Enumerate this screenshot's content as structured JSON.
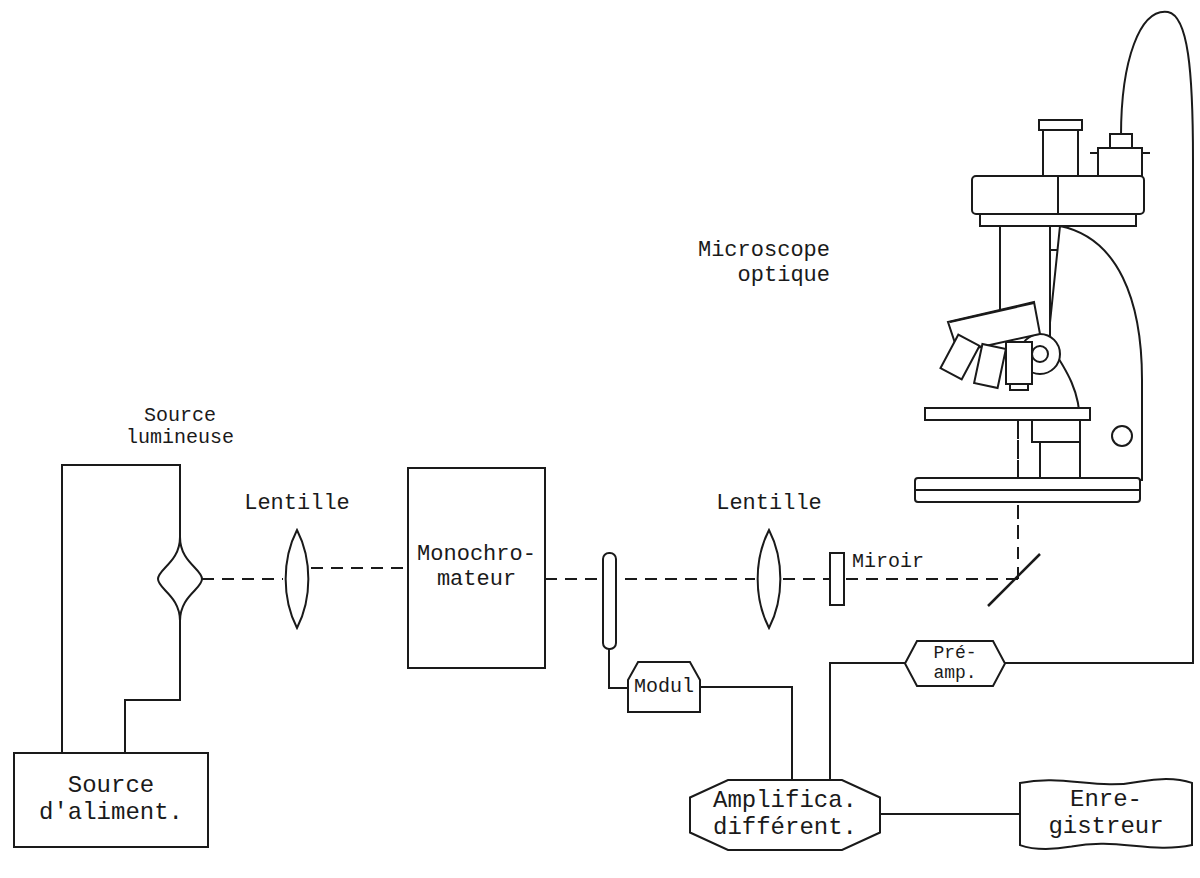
{
  "diagram": {
    "nodes": [
      {
        "text": [
          "Source lumineuse"
        ]
      },
      {
        "text": [
          "Lentille"
        ]
      },
      {
        "text": [
          "Monochro- mateur"
        ]
      },
      {
        "text": [
          "Lentille"
        ]
      },
      {
        "text": [
          "Miroir"
        ]
      },
      {
        "text": [
          "Pré- amp."
        ]
      },
      {
        "text": [
          "Modul"
        ]
      },
      {
        "text": [
          "Source d'aliment."
        ]
      },
      {
        "text": [
          "Amplifica. différent."
        ]
      },
      {
        "text": [
          "Enre- gistreur"
        ]
      }
    ],
    "edges": [
      {
        "from": 0,
        "to": 1,
        "arrow": "none"
      },
      {
        "from": 1,
        "to": 2,
        "arrow": "none"
      },
      {
        "from": 2,
        "to": 3,
        "arrow": "none"
      },
      {
        "from": 3,
        "to": 4,
        "arrow": "none"
      },
      {
        "from": 7,
        "to": 0,
        "arrow": "none"
      },
      {
        "from": 6,
        "to": 8,
        "arrow": "none"
      },
      {
        "from": 5,
        "to": 8,
        "arrow": "none"
      },
      {
        "from": 8,
        "to": 9,
        "arrow": "none"
      }
    ],
    "labels": [
      "Microscope optique"
    ]
  }
}
